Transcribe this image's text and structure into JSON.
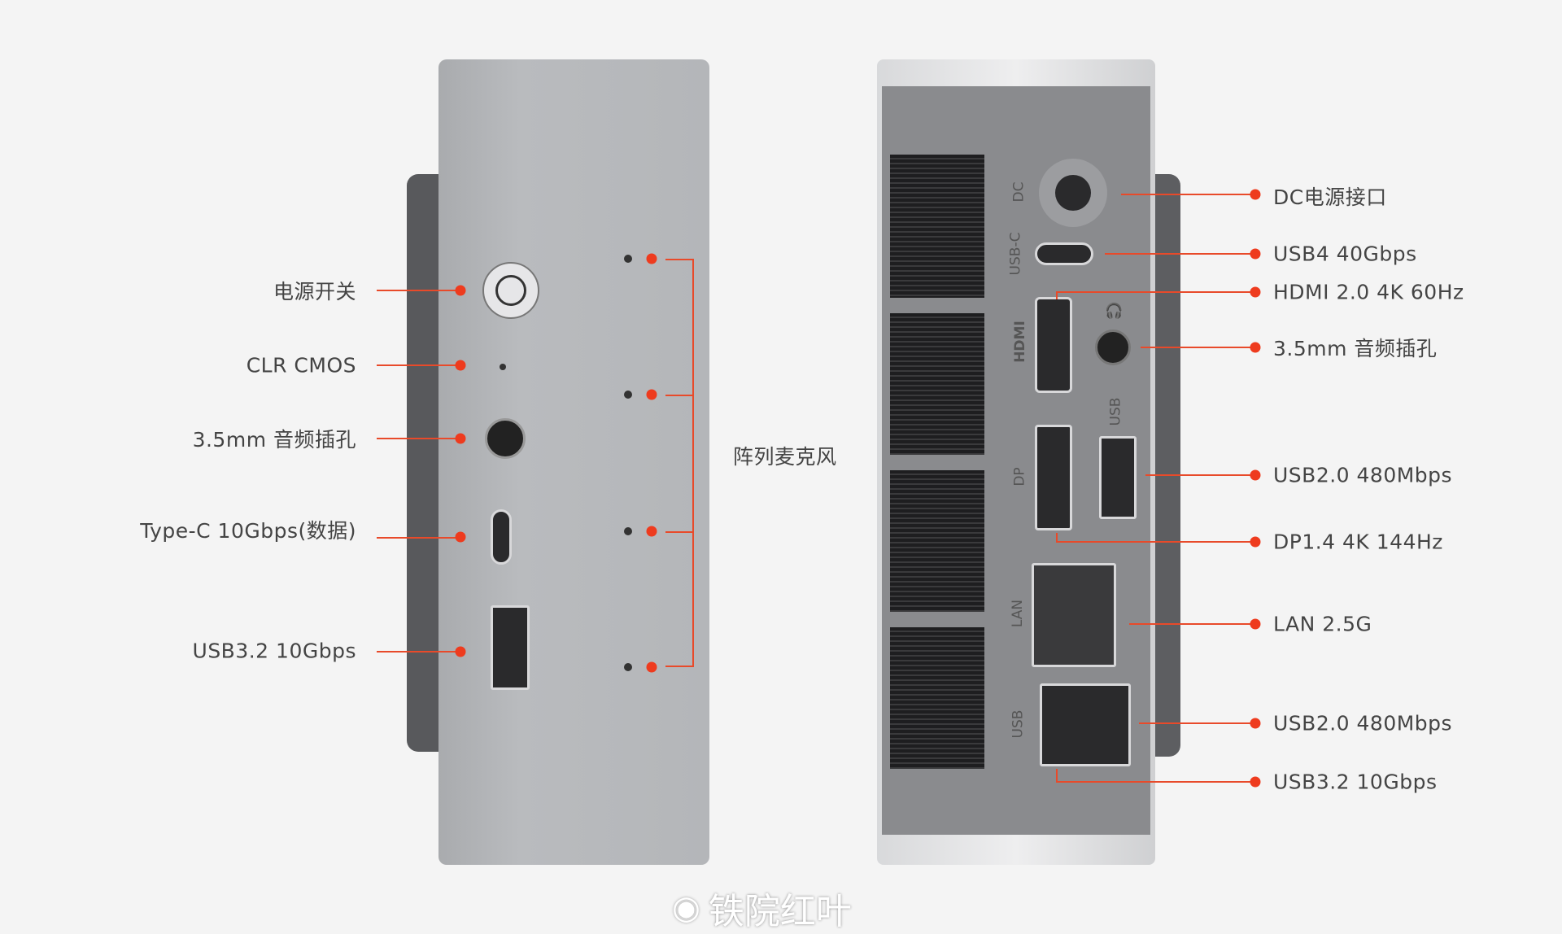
{
  "left_panel": {
    "labels": [
      "电源开关",
      "CLR CMOS",
      "3.5mm 音频插孔",
      "Type-C 10Gbps(数据)",
      "USB3.2 10Gbps"
    ],
    "mic_array_label": "阵列麦克风"
  },
  "right_panel": {
    "labels": [
      "DC电源接口",
      "USB4 40Gbps",
      "HDMI 2.0 4K 60Hz",
      "3.5mm 音频插孔",
      "USB2.0 480Mbps",
      "DP1.4 4K 144Hz",
      "LAN 2.5G",
      "USB2.0 480Mbps",
      "USB3.2 10Gbps"
    ],
    "port_markings": [
      "DC",
      "USB-C",
      "HDMI",
      "USB",
      "DP",
      "LAN",
      "USB"
    ]
  },
  "watermark": "铁院红叶",
  "colors": {
    "accent": "#ee3b1e",
    "label_text": "#444444",
    "background": "#f4f4f4"
  }
}
